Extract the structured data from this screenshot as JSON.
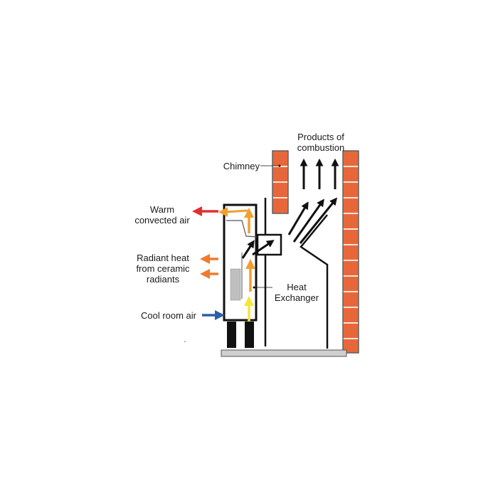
{
  "labels": {
    "products_of_combustion": [
      "Products of",
      "combustion"
    ],
    "chimney": "Chimney",
    "warm_convected_air": [
      "Warm",
      "convected air"
    ],
    "radiant_heat": [
      "Radiant heat",
      "from ceramic",
      "radiants"
    ],
    "cool_room_air": "Cool room air",
    "heat_exchanger": [
      "Heat",
      "Exchanger"
    ]
  },
  "colors": {
    "brick": "#e8673a",
    "warm_air_arrow": "#e03030",
    "radiant_arrow": "#ef7a30",
    "cool_air_arrow": "#2d5fa8",
    "flow_yellow": "#f5e53a",
    "flow_orange": "#f0a030",
    "floor": "#cfcfcf",
    "radiant_panel": "#bfbfbf",
    "outline": "#111111"
  }
}
